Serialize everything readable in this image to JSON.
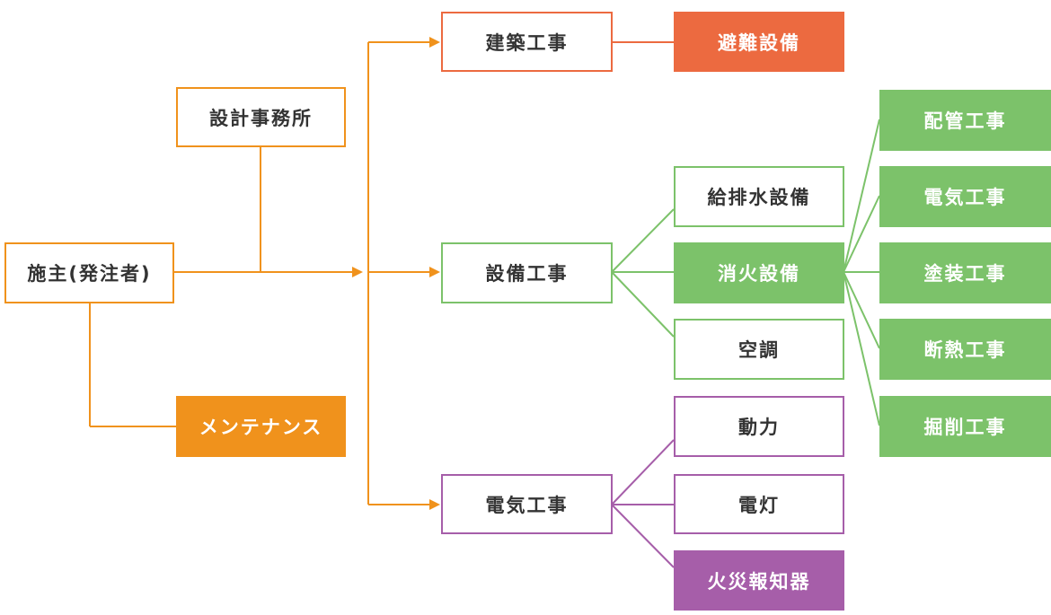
{
  "colors": {
    "orange": "#f0921c",
    "red_orange": "#ec6a40",
    "green": "#7cc26a",
    "purple": "#a65ea9",
    "text": "#333333",
    "white": "#ffffff"
  },
  "nodes": {
    "owner": {
      "label": "施主(発注者)",
      "style": "outline",
      "color": "orange"
    },
    "design_office": {
      "label": "設計事務所",
      "style": "outline",
      "color": "orange"
    },
    "maintenance": {
      "label": "メンテナンス",
      "style": "filled",
      "color": "orange"
    },
    "construction": {
      "label": "建築工事",
      "style": "outline",
      "color": "red_orange"
    },
    "evacuation": {
      "label": "避難設備",
      "style": "filled",
      "color": "red_orange"
    },
    "equipment": {
      "label": "設備工事",
      "style": "outline",
      "color": "green"
    },
    "plumbing_supply": {
      "label": "給排水設備",
      "style": "outline",
      "color": "green"
    },
    "fire_fighting": {
      "label": "消火設備",
      "style": "filled",
      "color": "green"
    },
    "hvac": {
      "label": "空調",
      "style": "outline",
      "color": "green"
    },
    "piping": {
      "label": "配管工事",
      "style": "filled",
      "color": "green"
    },
    "electrical_sub": {
      "label": "電気工事",
      "style": "filled",
      "color": "green"
    },
    "painting": {
      "label": "塗装工事",
      "style": "filled",
      "color": "green"
    },
    "insulation": {
      "label": "断熱工事",
      "style": "filled",
      "color": "green"
    },
    "excavation": {
      "label": "掘削工事",
      "style": "filled",
      "color": "green"
    },
    "electrical": {
      "label": "電気工事",
      "style": "outline",
      "color": "purple"
    },
    "power": {
      "label": "動力",
      "style": "outline",
      "color": "purple"
    },
    "lighting": {
      "label": "電灯",
      "style": "outline",
      "color": "purple"
    },
    "fire_alarm": {
      "label": "火災報知器",
      "style": "filled",
      "color": "purple"
    }
  },
  "connections": [
    {
      "from": "owner",
      "to": "design_office",
      "color": "orange"
    },
    {
      "from": "owner",
      "to": "maintenance",
      "color": "orange"
    },
    {
      "from": "owner",
      "to": "construction",
      "color": "orange",
      "arrow": true
    },
    {
      "from": "owner",
      "to": "equipment",
      "color": "orange",
      "arrow": true
    },
    {
      "from": "owner",
      "to": "electrical",
      "color": "orange",
      "arrow": true
    },
    {
      "from": "construction",
      "to": "evacuation",
      "color": "red_orange"
    },
    {
      "from": "equipment",
      "to": "plumbing_supply",
      "color": "green"
    },
    {
      "from": "equipment",
      "to": "fire_fighting",
      "color": "green"
    },
    {
      "from": "equipment",
      "to": "hvac",
      "color": "green"
    },
    {
      "from": "fire_fighting",
      "to": "piping",
      "color": "green"
    },
    {
      "from": "fire_fighting",
      "to": "electrical_sub",
      "color": "green"
    },
    {
      "from": "fire_fighting",
      "to": "painting",
      "color": "green"
    },
    {
      "from": "fire_fighting",
      "to": "insulation",
      "color": "green"
    },
    {
      "from": "fire_fighting",
      "to": "excavation",
      "color": "green"
    },
    {
      "from": "electrical",
      "to": "power",
      "color": "purple"
    },
    {
      "from": "electrical",
      "to": "lighting",
      "color": "purple"
    },
    {
      "from": "electrical",
      "to": "fire_alarm",
      "color": "purple"
    }
  ]
}
